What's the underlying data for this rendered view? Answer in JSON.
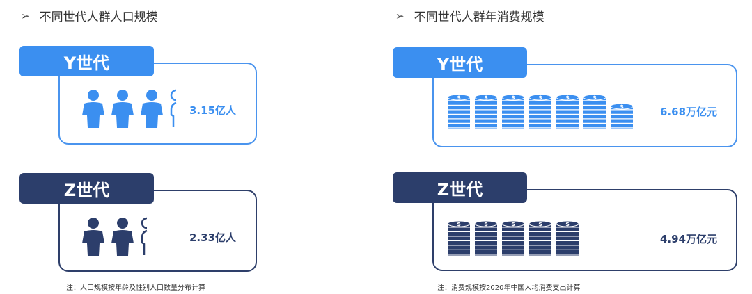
{
  "left_heading": {
    "arrow": "➢",
    "title": "不同世代人群人口规模"
  },
  "right_heading": {
    "arrow": "➢",
    "title": "不同世代人群年消费规模"
  },
  "colors": {
    "y_primary": "#3b8ff0",
    "y_border": "#4a94ee",
    "z_primary": "#2c3e6b",
    "z_border": "#2e3f6a"
  },
  "population": {
    "y": {
      "tag": "Y世代",
      "value_text": "3.15亿人",
      "icon": "person-icon"
    },
    "z": {
      "tag": "Z世代",
      "value_text": "2.33亿人",
      "icon": "person-icon"
    }
  },
  "consumption": {
    "y": {
      "tag": "Y世代",
      "value_text": "6.68万亿元",
      "icon": "coin-stack-icon"
    },
    "z": {
      "tag": "Z世代",
      "value_text": "4.94万亿元",
      "icon": "coin-stack-icon"
    }
  },
  "notes": {
    "left": "注：人口规模按年龄及性别人口数量分布计算",
    "right": "注：消费规模按2020年中国人均消费支出计算"
  },
  "chart_data": [
    {
      "type": "bar",
      "title": "不同世代人群人口规模",
      "categories": [
        "Y世代",
        "Z世代"
      ],
      "values": [
        3.15,
        2.33
      ],
      "unit": "亿人"
    },
    {
      "type": "bar",
      "title": "不同世代人群年消费规模",
      "categories": [
        "Y世代",
        "Z世代"
      ],
      "values": [
        6.68,
        4.94
      ],
      "unit": "万亿元"
    }
  ]
}
